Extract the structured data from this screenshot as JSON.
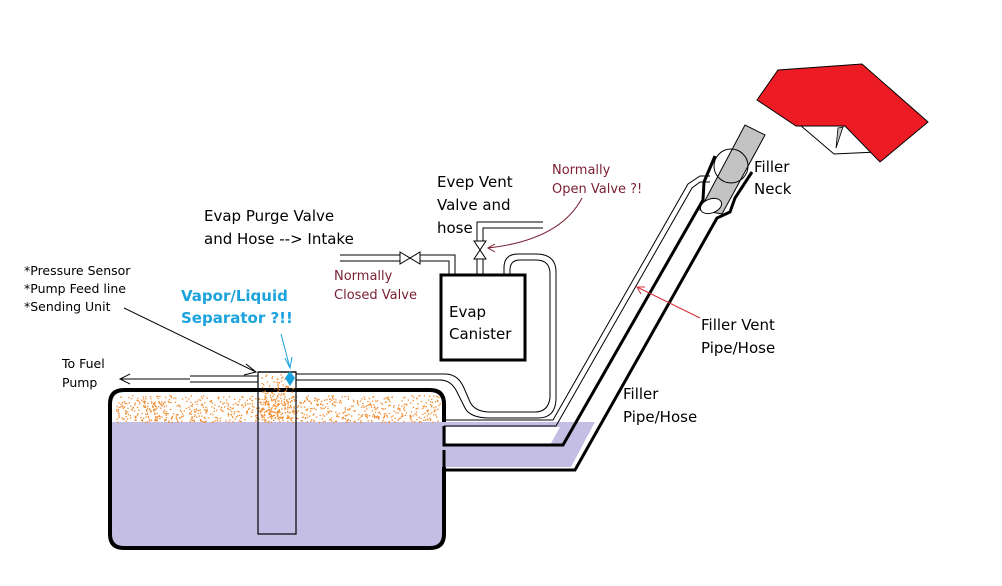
{
  "title": "Fuel tank EVAP system diagram",
  "colors": {
    "fuel": "#c5bee4",
    "vapor": "#f08a2c",
    "nozzle": "#ed1c24",
    "nozzle_spout": "#c3c3c3",
    "maroon_label": "#7a1f33",
    "red_arrow": "#d0303a",
    "blue_label": "#1aa3dc"
  },
  "labels": {
    "sensor_list": [
      "*Pressure Sensor",
      "*Pump Feed line",
      "*Sending Unit"
    ],
    "to_fuel_pump": [
      "To Fuel",
      "Pump"
    ],
    "separator": [
      "Vapor/Liquid",
      "Separator ?!!"
    ],
    "purge_valve": [
      "Evap Purge Valve",
      "and Hose --> Intake"
    ],
    "normally_closed": [
      "Normally",
      "Closed Valve"
    ],
    "vent_valve": [
      "Evep Vent",
      "Valve and",
      "hose"
    ],
    "normally_open": [
      "Normally",
      "Open Valve ?!"
    ],
    "canister": [
      "Evap",
      "Canister"
    ],
    "filler_neck": [
      "Filler",
      "Neck"
    ],
    "filler_vent": [
      "Filler Vent",
      "Pipe/Hose"
    ],
    "filler_pipe": [
      "Filler",
      "Pipe/Hose"
    ]
  }
}
